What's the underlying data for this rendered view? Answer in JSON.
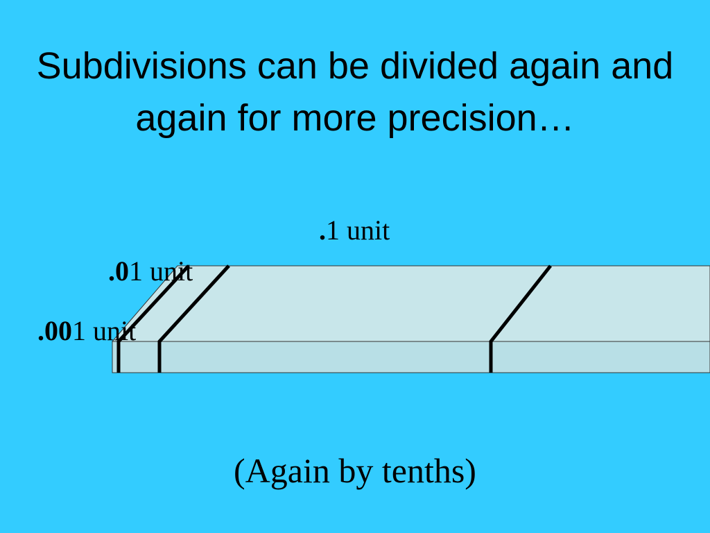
{
  "slide": {
    "title": "Subdivisions can be divided again and again for more precision…",
    "labels": {
      "tenth_prefix": ".",
      "tenth_rest": "1 unit",
      "hundredth_prefix": ".0",
      "hundredth_rest": "1 unit",
      "thousandth_prefix": ".00",
      "thousandth_rest": "1 unit"
    },
    "caption": "(Again by tenths)"
  },
  "colors": {
    "background": "#33ccff",
    "ruler_top": "#c8e6ea",
    "ruler_front": "#b8dfe6",
    "ink": "#000000"
  }
}
